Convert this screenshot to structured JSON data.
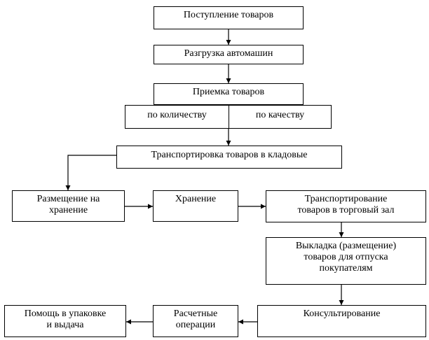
{
  "diagram": {
    "nodes": {
      "receipt": {
        "lines": [
          "Поступление товаров"
        ]
      },
      "unloading": {
        "lines": [
          "Разгрузка автомашин"
        ]
      },
      "acceptance": {
        "lines": [
          "Приемка товаров"
        ]
      },
      "by_quantity": {
        "lines": [
          "по количеству"
        ]
      },
      "by_quality": {
        "lines": [
          "по качеству"
        ]
      },
      "transport_to_storage": {
        "lines": [
          "Транспортировка товаров в кладовые"
        ]
      },
      "placement_storage": {
        "lines": [
          "Размещение на",
          "хранение"
        ]
      },
      "storage": {
        "lines": [
          "Хранение"
        ]
      },
      "transport_to_hall": {
        "lines": [
          "Транспортирование",
          "товаров в торговый зал"
        ]
      },
      "display": {
        "lines": [
          "Выкладка (размещение)",
          "товаров для отпуска",
          "покупателям"
        ]
      },
      "consulting": {
        "lines": [
          "Консультирование"
        ]
      },
      "payment": {
        "lines": [
          "Расчетные",
          "операции"
        ]
      },
      "packing_help": {
        "lines": [
          "Помощь в упаковке",
          "и выдача"
        ]
      }
    }
  }
}
